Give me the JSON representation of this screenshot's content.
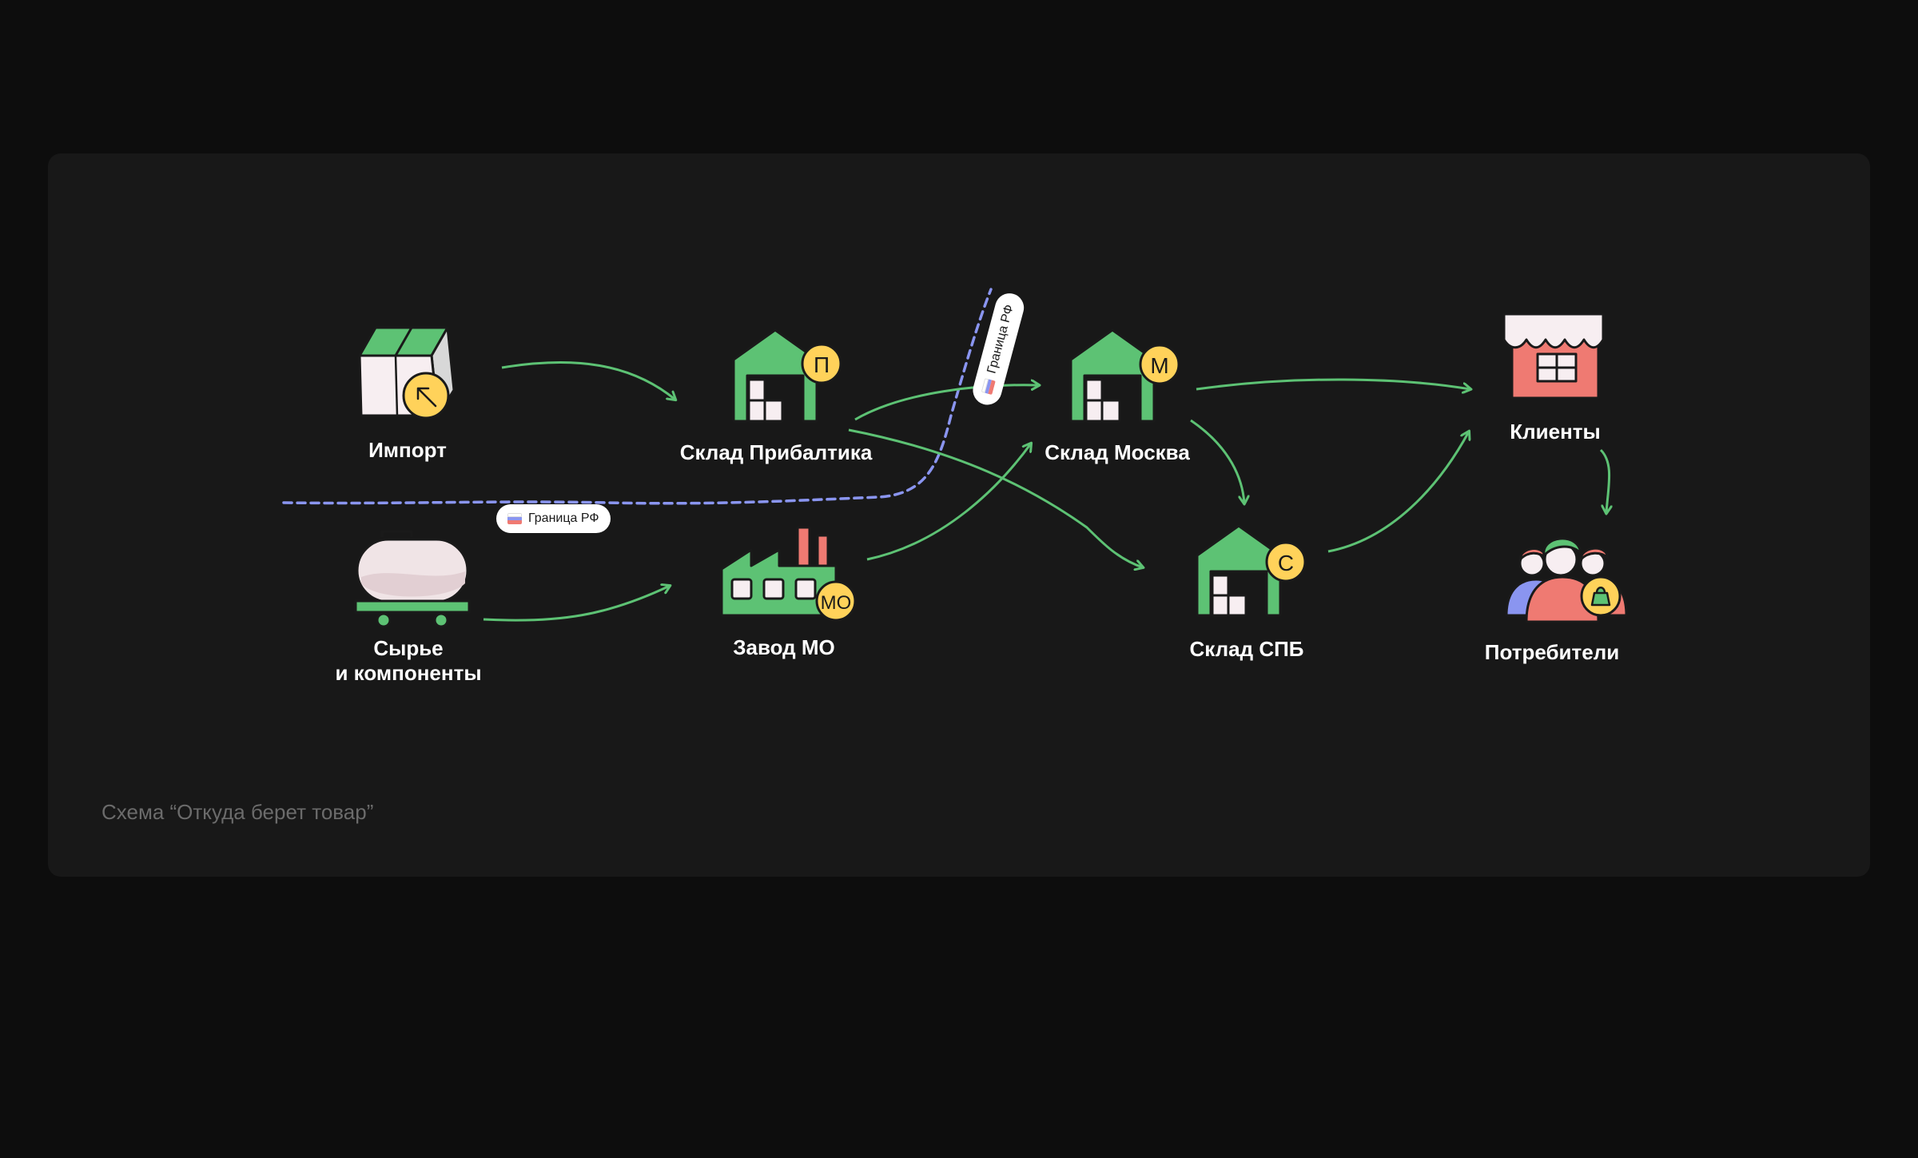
{
  "caption": "Схема “Откуда берет товар”",
  "border": {
    "label": "Граница РФ"
  },
  "nodes": {
    "import": {
      "label": "Импорт"
    },
    "raw": {
      "label": "Сырье\nи компоненты"
    },
    "baltic": {
      "label": "Склад Прибалтика",
      "badge": "П"
    },
    "factory": {
      "label": "Завод МО",
      "badge": "МО"
    },
    "moscow": {
      "label": "Склад Москва",
      "badge": "М"
    },
    "spb": {
      "label": "Склад СПБ",
      "badge": "С"
    },
    "clients": {
      "label": "Клиенты"
    },
    "consumers": {
      "label": "Потребители"
    }
  },
  "colors": {
    "green": "#5dc274",
    "yellow": "#ffd25a",
    "red": "#ef7a72",
    "border_line": "#8a95f0",
    "arrow": "#5dc274"
  }
}
